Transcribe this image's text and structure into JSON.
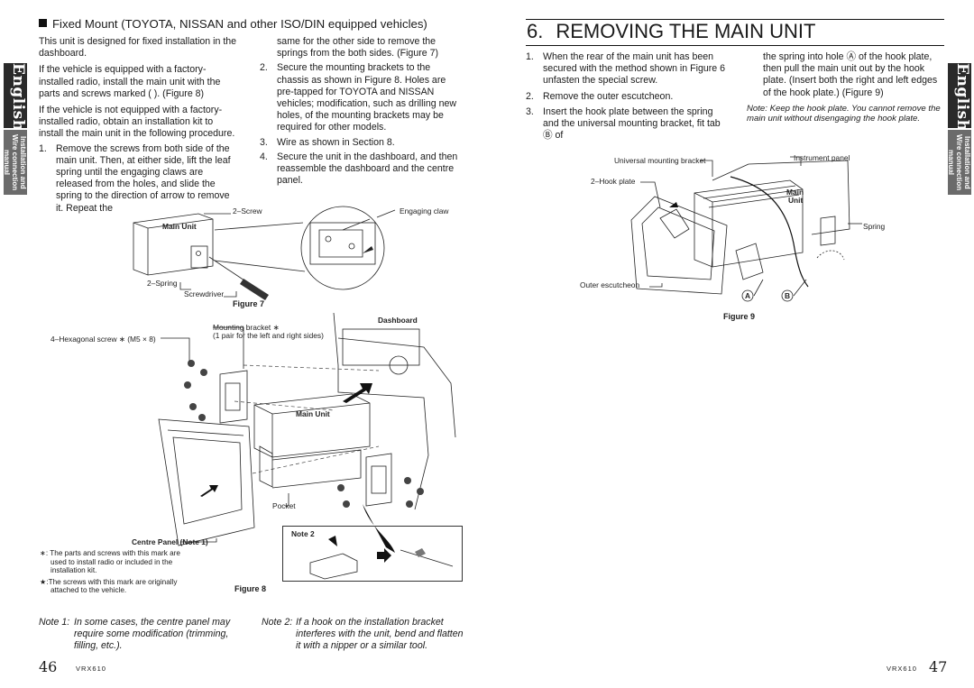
{
  "left_page": {
    "section_heading": "Fixed Mount (TOYOTA, NISSAN and other ISO/DIN equipped vehicles)",
    "side_tab_language": "English",
    "side_tab_section": "Installation and Wire connection manual",
    "col1": {
      "p1": "This unit is designed for fixed installation in the dashboard.",
      "p2": "If the vehicle is equipped with a factory-installed radio, install the main unit with the parts and screws marked ( ). (Figure 8)",
      "p3": "If the vehicle is not equipped with a factory-installed radio, obtain an installation kit to install the main unit in the following procedure.",
      "step1_num": "1.",
      "step1": "Remove the screws from both side of the main unit. Then, at either side, lift the leaf spring until the engaging claws are released from the holes, and slide the spring to the direction of arrow to remove it. Repeat the"
    },
    "col2": {
      "cont": "same for the other side to remove the springs from the both sides. (Figure 7)",
      "step2_num": "2.",
      "step2": "Secure the mounting brackets to the chassis as shown in Figure 8. Holes are pre-tapped for TOYOTA and NISSAN vehicles; modification, such as drilling new holes, of the mounting brackets may be required for other models.",
      "step3_num": "3.",
      "step3": "Wire as shown in Section 8.",
      "step4_num": "4.",
      "step4": "Secure the unit in the dashboard, and then reassemble the dashboard and the centre panel."
    },
    "figure7": {
      "screw": "2–Screw",
      "main_unit": "Main Unit",
      "engaging_claw": "Engaging claw",
      "spring": "2–Spring",
      "screwdriver": "Screwdriver",
      "caption": "Figure 7"
    },
    "figure8": {
      "mounting_bracket": "Mounting bracket ∗",
      "mounting_bracket_note": "(1 pair for the left and right sides)",
      "hex_screw": "4–Hexagonal screw ∗ (M5 × 8)",
      "dashboard": "Dashboard",
      "main_unit": "Main Unit",
      "pocket": "Pocket",
      "centre_panel": "Centre Panel (Note 1)",
      "note2": "Note 2",
      "caption": "Figure 8"
    },
    "legend": {
      "asterisk": "∗: The parts and screws with this mark are used to install radio or included in the installation kit.",
      "star": "★:The screws with this mark are originally attached to the vehicle."
    },
    "note1_label": "Note 1:",
    "note1": "In some cases, the centre panel may require some modification (trimming, filling, etc.).",
    "note2_label": "Note 2:",
    "note2": "If a hook on the installation bracket interferes with the unit, bend and flatten it with a nipper or a similar tool.",
    "page_number": "46",
    "model": "VRX610"
  },
  "right_page": {
    "heading_number": "6.",
    "heading": "REMOVING THE MAIN UNIT",
    "side_tab_language": "English",
    "side_tab_section": "Installation and Wire connection manual",
    "col1": {
      "step1_num": "1.",
      "step1": "When the rear of the main unit has been secured with the method shown in Figure 6 unfasten the special screw.",
      "step2_num": "2.",
      "step2": "Remove the outer escutcheon.",
      "step3_num": "3.",
      "step3": "Insert the hook plate between the spring and the universal mounting bracket, fit tab Ⓑ of"
    },
    "col2": {
      "cont": "the spring into hole Ⓐ of the hook plate, then pull the main unit out by the hook plate. (Insert both the right and left edges of the hook plate.) (Figure 9)",
      "note": "Note: Keep the hook plate. You cannot remove the main unit without disengaging the hook plate."
    },
    "figure9": {
      "universal_bracket": "Universal mounting bracket",
      "instrument_panel": "Instrument panel",
      "hook_plate": "2–Hook plate",
      "main_unit_1": "Main",
      "main_unit_2": "Unit",
      "spring": "Spring",
      "outer_escutcheon": "Outer escutcheon",
      "tag_a": "A",
      "tag_b": "B",
      "caption": "Figure 9"
    },
    "page_number": "47",
    "model": "VRX610"
  }
}
